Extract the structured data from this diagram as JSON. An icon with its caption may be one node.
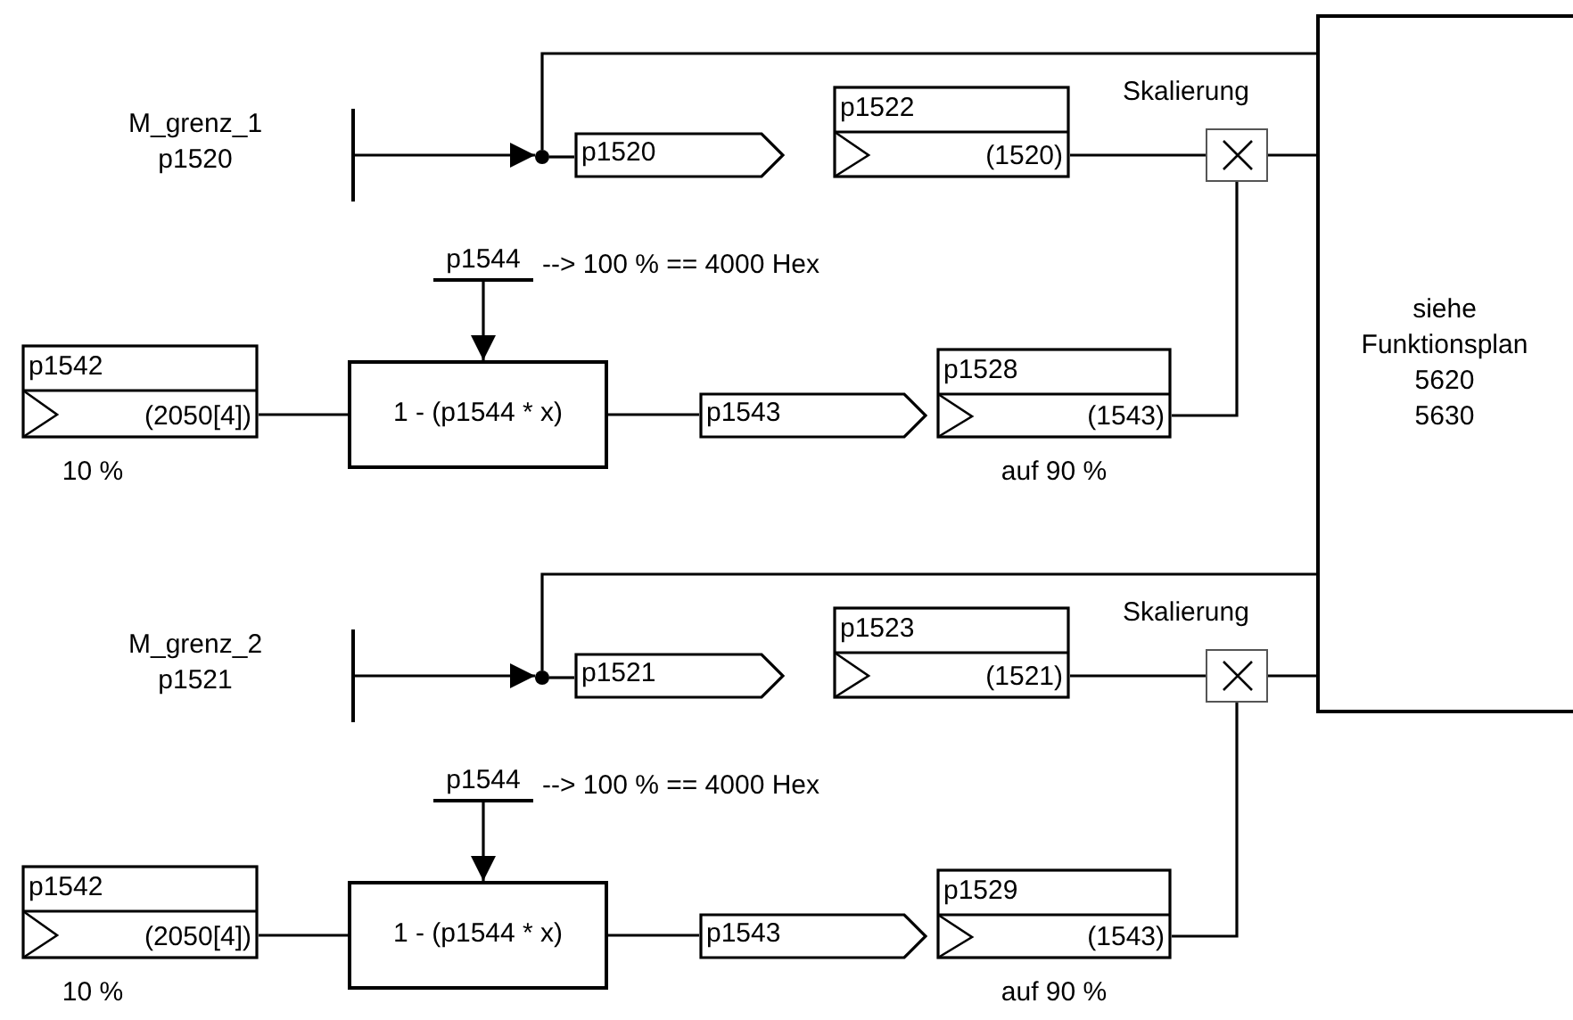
{
  "diagram": {
    "nodes": [
      {
        "text": [],
        "shape": "bar",
        "beside": [
          "M_grenz_1 p1520"
        ]
      },
      {
        "text": [],
        "shape": "circle"
      },
      {
        "text": [
          "p1520"
        ]
      },
      {
        "text": [
          "p1522",
          "(1520)"
        ]
      },
      {
        "text": [],
        "shape": "box",
        "beside": [
          "Skalierung"
        ]
      },
      {
        "text": [
          "p1544"
        ],
        "beside": [
          "--> 100 % == 4000 Hex"
        ]
      },
      {
        "text": [
          "p1542",
          "(2050[4])"
        ],
        "beside": [
          "10 %"
        ]
      },
      {
        "text": [
          "1 - (p1544 * x)"
        ]
      },
      {
        "text": [
          "p1543"
        ]
      },
      {
        "text": [
          "p1528",
          "(1543)"
        ],
        "beside": [
          "auf 90 %"
        ]
      },
      {
        "text": [
          "siehe Funktionsplan 5620 5630"
        ]
      },
      {
        "text": [],
        "shape": "bar",
        "beside": [
          "M_grenz_2 p1521"
        ]
      },
      {
        "text": [],
        "shape": "circle"
      },
      {
        "text": [
          "p1521"
        ]
      },
      {
        "text": [
          "p1523",
          "(1521)"
        ]
      },
      {
        "text": [],
        "shape": "box",
        "beside": [
          "Skalierung"
        ]
      },
      {
        "text": [
          "p1544"
        ],
        "beside": [
          "--> 100 % == 4000 Hex"
        ]
      },
      {
        "text": [
          "p1542",
          "(2050[4])"
        ],
        "beside": [
          "10 %"
        ]
      },
      {
        "text": [
          "1 - (p1544 * x)"
        ]
      },
      {
        "text": [
          "p1543"
        ]
      },
      {
        "text": [
          "p1529",
          "(1543)"
        ],
        "beside": [
          "auf 90 %"
        ]
      }
    ],
    "edges": [
      {
        "from": 0,
        "to": 1,
        "arrow": "to"
      },
      {
        "from": 1,
        "to": 2,
        "arrow": "none"
      },
      {
        "from": 1,
        "to": 10,
        "arrow": "none"
      },
      {
        "from": 3,
        "to": 4,
        "arrow": "none"
      },
      {
        "from": 4,
        "to": 10,
        "arrow": "none"
      },
      {
        "from": 5,
        "to": 7,
        "arrow": "to"
      },
      {
        "from": 6,
        "to": 7,
        "arrow": "none"
      },
      {
        "from": 7,
        "to": 8,
        "arrow": "none"
      },
      {
        "from": 9,
        "to": 4,
        "arrow": "none"
      },
      {
        "from": 11,
        "to": 12,
        "arrow": "to"
      },
      {
        "from": 12,
        "to": 13,
        "arrow": "none"
      },
      {
        "from": 12,
        "to": 10,
        "arrow": "none"
      },
      {
        "from": 14,
        "to": 15,
        "arrow": "none"
      },
      {
        "from": 15,
        "to": 10,
        "arrow": "none"
      },
      {
        "from": 16,
        "to": 18,
        "arrow": "to"
      },
      {
        "from": 17,
        "to": 18,
        "arrow": "none"
      },
      {
        "from": 18,
        "to": 19,
        "arrow": "none"
      },
      {
        "from": 20,
        "to": 15,
        "arrow": "none"
      }
    ]
  }
}
